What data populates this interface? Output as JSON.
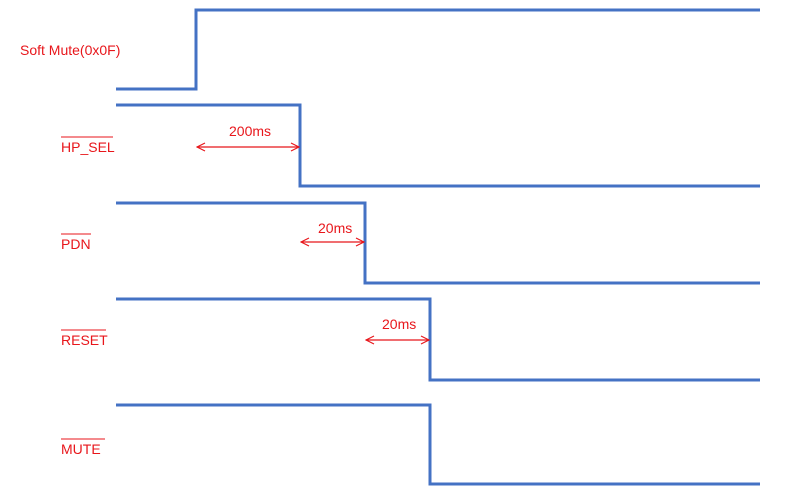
{
  "colors": {
    "waveform": "#4472C4",
    "annotation": "#E8161B"
  },
  "signals": [
    {
      "id": "soft-mute",
      "label": "Soft Mute(0x0F)",
      "overline": false
    },
    {
      "id": "hp-sel",
      "label": "HP_SEL",
      "overline": true
    },
    {
      "id": "pdn",
      "label": "PDN",
      "overline": true
    },
    {
      "id": "reset",
      "label": "RESET",
      "overline": true
    },
    {
      "id": "mute",
      "label": "MUTE",
      "overline": true
    }
  ],
  "timings": [
    {
      "id": "hp-sel-delay",
      "label": "200ms"
    },
    {
      "id": "pdn-delay",
      "label": "20ms"
    },
    {
      "id": "reset-delay",
      "label": "20ms"
    }
  ]
}
